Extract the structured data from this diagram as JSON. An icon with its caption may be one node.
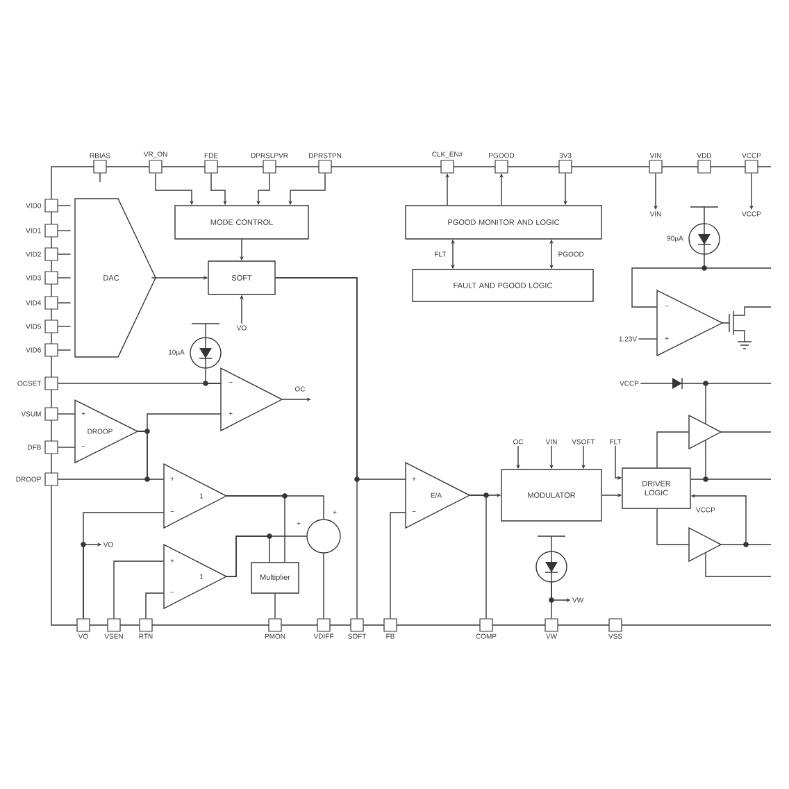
{
  "diagram": {
    "nodes": [
      {
        "text": [
          "RBIAS"
        ]
      },
      {
        "text": [
          "VR_ON"
        ]
      },
      {
        "text": [
          "FDE"
        ]
      },
      {
        "text": [
          "DPRSLPVR"
        ]
      },
      {
        "text": [
          "DPRSTPN"
        ]
      },
      {
        "text": [
          "CLK_EN#"
        ]
      },
      {
        "text": [
          "PGOOD"
        ]
      },
      {
        "text": [
          "3V3"
        ]
      },
      {
        "text": [
          "VIN"
        ]
      },
      {
        "text": [
          "VDD"
        ]
      },
      {
        "text": [
          "VCCP"
        ]
      },
      {
        "text": [
          "VID0"
        ]
      },
      {
        "text": [
          "VID1"
        ]
      },
      {
        "text": [
          "VID2"
        ]
      },
      {
        "text": [
          "VID3"
        ]
      },
      {
        "text": [
          "VID4"
        ]
      },
      {
        "text": [
          "VID5"
        ]
      },
      {
        "text": [
          "VID6"
        ]
      },
      {
        "text": [
          "OCSET"
        ]
      },
      {
        "text": [
          "VSUM"
        ]
      },
      {
        "text": [
          "DFB"
        ]
      },
      {
        "text": [
          "DROOP"
        ]
      },
      {
        "text": [
          "VO"
        ]
      },
      {
        "text": [
          "VSEN"
        ]
      },
      {
        "text": [
          "RTN"
        ]
      },
      {
        "text": [
          "PMON"
        ]
      },
      {
        "text": [
          "VDIFF"
        ]
      },
      {
        "text": [
          "SOFT"
        ]
      },
      {
        "text": [
          "FB"
        ]
      },
      {
        "text": [
          "COMP"
        ]
      },
      {
        "text": [
          "VW"
        ]
      },
      {
        "text": [
          "VSS"
        ]
      },
      {
        "text": [
          "MODE CONTROL"
        ]
      },
      {
        "text": [
          "DAC"
        ]
      },
      {
        "text": [
          "SOFT"
        ]
      },
      {
        "text": [
          "PGOOD MONITOR AND LOGIC"
        ]
      },
      {
        "text": [
          "FAULT AND PGOOD LOGIC"
        ]
      },
      {
        "text": [],
        "shape": "circle",
        "beside": [
          "10µA"
        ]
      },
      {
        "text": [
          "−",
          "+"
        ]
      },
      {
        "text": [
          "+",
          "DROOP",
          "−"
        ]
      },
      {
        "text": [
          "+",
          "1",
          "−"
        ]
      },
      {
        "text": [
          "+",
          "1",
          "−"
        ]
      },
      {
        "text": [
          "Multiplier"
        ]
      },
      {
        "text": [],
        "shape": "circle",
        "beside": [
          "+",
          "+"
        ]
      },
      {
        "text": [
          "+",
          "E/A",
          "−"
        ]
      },
      {
        "text": [
          "MODULATOR"
        ]
      },
      {
        "text": [
          "DRIVER LOGIC"
        ]
      },
      {
        "text": [],
        "shape": "circle",
        "beside": [
          "90µA"
        ]
      },
      {
        "text": [
          "−",
          "+"
        ]
      },
      {
        "text": [],
        "shape": "triangle"
      },
      {
        "text": [],
        "shape": "triangle"
      },
      {
        "text": [],
        "shape": "circle"
      },
      {
        "text": [
          "VO"
        ]
      },
      {
        "text": [
          "OC"
        ]
      },
      {
        "text": [
          "VIN"
        ]
      },
      {
        "text": [
          "VCCP"
        ]
      },
      {
        "text": [
          "1.23V"
        ]
      },
      {
        "text": [
          "VCCP"
        ]
      },
      {
        "text": [
          "OC"
        ]
      },
      {
        "text": [
          "VIN"
        ]
      },
      {
        "text": [
          "VSOFT"
        ]
      },
      {
        "text": [
          "FLT"
        ]
      },
      {
        "text": [
          "VO"
        ]
      },
      {
        "text": [
          "VW"
        ]
      }
    ],
    "edges": [
      {
        "from": 1,
        "to": 32,
        "arrow": "to"
      },
      {
        "from": 2,
        "to": 32,
        "arrow": "to"
      },
      {
        "from": 3,
        "to": 32,
        "arrow": "to"
      },
      {
        "from": 4,
        "to": 32,
        "arrow": "to"
      },
      {
        "from": 32,
        "to": 34,
        "arrow": "to"
      },
      {
        "from": 33,
        "to": 34,
        "arrow": "to"
      },
      {
        "from": 52,
        "to": 34,
        "arrow": "to"
      },
      {
        "from": 11,
        "to": 33,
        "arrow": "none"
      },
      {
        "from": 12,
        "to": 33,
        "arrow": "none"
      },
      {
        "from": 13,
        "to": 33,
        "arrow": "none"
      },
      {
        "from": 14,
        "to": 33,
        "arrow": "none"
      },
      {
        "from": 15,
        "to": 33,
        "arrow": "none"
      },
      {
        "from": 16,
        "to": 33,
        "arrow": "none"
      },
      {
        "from": 17,
        "to": 33,
        "arrow": "none"
      },
      {
        "from": 35,
        "to": 5,
        "arrow": "to"
      },
      {
        "from": 35,
        "to": 6,
        "arrow": "to"
      },
      {
        "from": 7,
        "to": 35,
        "arrow": "to"
      },
      {
        "from": 35,
        "to": 36,
        "label": "FLT",
        "arrow": "both"
      },
      {
        "from": 35,
        "to": 36,
        "label": "PGOOD",
        "arrow": "both"
      },
      {
        "from": 8,
        "to": 54,
        "arrow": "to"
      },
      {
        "from": 10,
        "to": 55,
        "arrow": "to"
      },
      {
        "from": 47,
        "to": 48,
        "arrow": "none"
      },
      {
        "from": 56,
        "to": 48,
        "arrow": "none"
      },
      {
        "from": 18,
        "to": 38,
        "arrow": "none"
      },
      {
        "from": 37,
        "to": 38,
        "arrow": "none"
      },
      {
        "from": 19,
        "to": 39,
        "arrow": "none"
      },
      {
        "from": 20,
        "to": 39,
        "arrow": "none"
      },
      {
        "from": 39,
        "to": 38,
        "arrow": "none"
      },
      {
        "from": 39,
        "to": 21,
        "arrow": "none"
      },
      {
        "from": 39,
        "to": 40,
        "arrow": "none"
      },
      {
        "from": 38,
        "to": 53,
        "arrow": "to"
      },
      {
        "from": 22,
        "to": 40,
        "arrow": "none"
      },
      {
        "from": 22,
        "to": 62,
        "arrow": "to"
      },
      {
        "from": 23,
        "to": 41,
        "arrow": "none"
      },
      {
        "from": 24,
        "to": 41,
        "arrow": "none"
      },
      {
        "from": 40,
        "to": 43,
        "arrow": "none"
      },
      {
        "from": 40,
        "to": 42,
        "arrow": "none"
      },
      {
        "from": 41,
        "to": 43,
        "arrow": "none"
      },
      {
        "from": 41,
        "to": 42,
        "arrow": "none"
      },
      {
        "from": 42,
        "to": 25,
        "arrow": "none"
      },
      {
        "from": 43,
        "to": 26,
        "arrow": "none"
      },
      {
        "from": 34,
        "to": 44,
        "arrow": "none"
      },
      {
        "from": 34,
        "to": 27,
        "arrow": "none"
      },
      {
        "from": 28,
        "to": 44,
        "arrow": "none"
      },
      {
        "from": 44,
        "to": 45,
        "arrow": "to"
      },
      {
        "from": 44,
        "to": 29,
        "arrow": "none"
      },
      {
        "from": 58,
        "to": 45,
        "arrow": "to"
      },
      {
        "from": 59,
        "to": 45,
        "arrow": "to"
      },
      {
        "from": 60,
        "to": 45,
        "arrow": "to"
      },
      {
        "from": 61,
        "to": 46,
        "arrow": "to"
      },
      {
        "from": 45,
        "to": 46,
        "arrow": "to"
      },
      {
        "from": 46,
        "to": 49,
        "arrow": "none"
      },
      {
        "from": 46,
        "to": 50,
        "arrow": "none"
      },
      {
        "from": 57,
        "to": 49,
        "arrow": "none"
      },
      {
        "from": 49,
        "to": 46,
        "arrow": "none"
      },
      {
        "from": 50,
        "to": 46,
        "arrow": "to"
      },
      {
        "from": 51,
        "to": 30,
        "arrow": "none"
      },
      {
        "from": 51,
        "to": 63,
        "arrow": "to"
      }
    ],
    "labels": [
      "VCCP"
    ]
  }
}
